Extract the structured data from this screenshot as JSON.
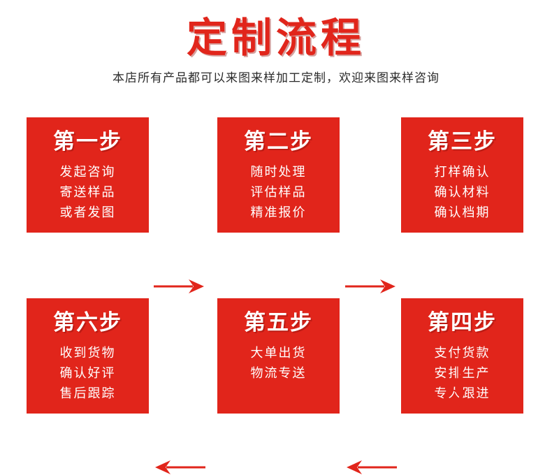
{
  "header": {
    "title": "定制流程",
    "subtitle": "本店所有产品都可以来图来样加工定制，欢迎来图来样咨询"
  },
  "colors": {
    "brand_red": "#e1251b",
    "card_text": "#ffffff",
    "subtitle_text": "#2b2b2b",
    "background": "#ffffff"
  },
  "flow": {
    "steps": [
      {
        "title": "第一步",
        "lines": [
          "发起咨询",
          "寄送样品",
          "或者发图"
        ]
      },
      {
        "title": "第二步",
        "lines": [
          "随时处理",
          "评估样品",
          "精准报价"
        ]
      },
      {
        "title": "第三步",
        "lines": [
          "打样确认",
          "确认材料",
          "确认档期"
        ]
      },
      {
        "title": "第四步",
        "lines": [
          "支付货款",
          "安排生产",
          "专人跟进"
        ]
      },
      {
        "title": "第五步",
        "lines": [
          "大单出货",
          "物流专送"
        ]
      },
      {
        "title": "第六步",
        "lines": [
          "收到货物",
          "确认好评",
          "售后跟踪"
        ]
      }
    ],
    "connectors": [
      {
        "name": "arrow-right-step1-to-step2",
        "direction": "right"
      },
      {
        "name": "arrow-right-step2-to-step3",
        "direction": "right"
      },
      {
        "name": "arrow-down-step3-to-step4",
        "direction": "down"
      },
      {
        "name": "arrow-left-step4-to-step5",
        "direction": "left"
      },
      {
        "name": "arrow-left-step5-to-step6",
        "direction": "left"
      }
    ]
  }
}
